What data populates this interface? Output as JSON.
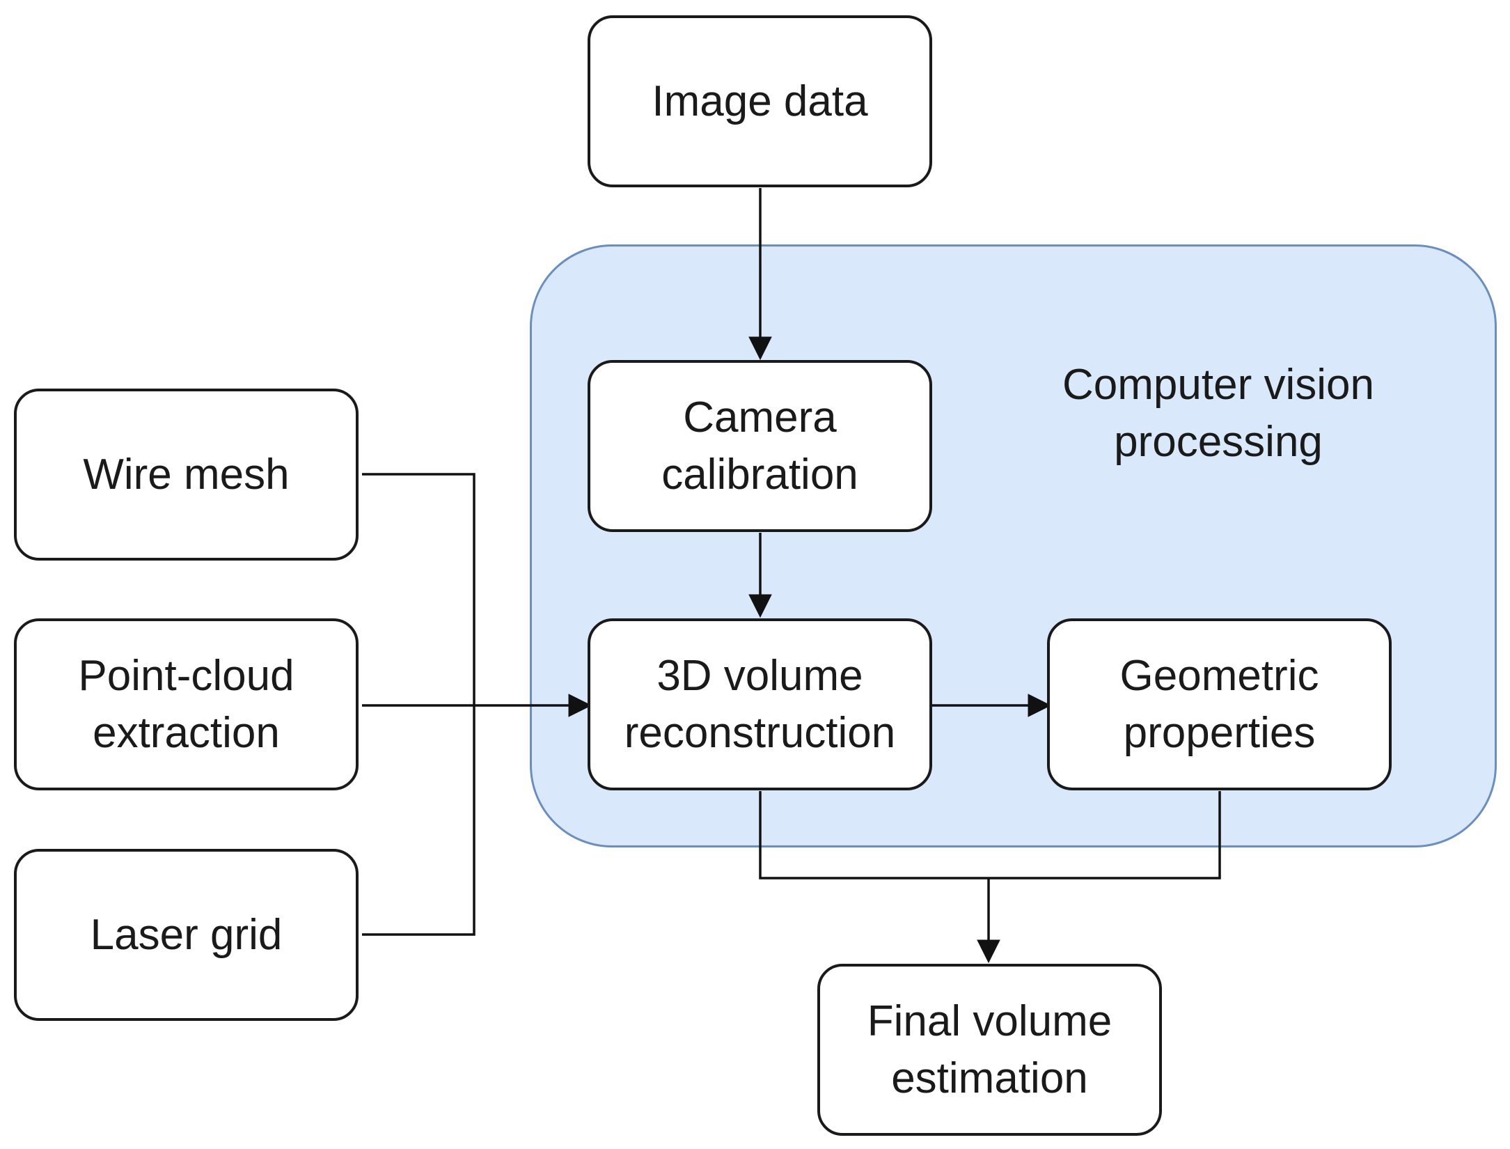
{
  "colors": {
    "group_fill": "#dae8fc",
    "group_border": "#6c8ebf",
    "box_border": "#1a1a1a",
    "arrow": "#111111"
  },
  "group": {
    "label_line1": "Computer vision",
    "label_line2": "processing"
  },
  "nodes": {
    "image_data": {
      "line1": "Image data"
    },
    "camera_calibration": {
      "line1": "Camera",
      "line2": "calibration"
    },
    "volume_reconstruction": {
      "line1": "3D volume",
      "line2": "reconstruction"
    },
    "geometric_properties": {
      "line1": "Geometric",
      "line2": "properties"
    },
    "wire_mesh": {
      "line1": "Wire mesh"
    },
    "point_cloud": {
      "line1": "Point-cloud",
      "line2": "extraction"
    },
    "laser_grid": {
      "line1": "Laser grid"
    },
    "final_volume": {
      "line1": "Final volume",
      "line2": "estimation"
    }
  },
  "edges": [
    {
      "from": "Image data",
      "to": "Camera calibration"
    },
    {
      "from": "Camera calibration",
      "to": "3D volume reconstruction"
    },
    {
      "from": "Wire mesh",
      "to": "3D volume reconstruction"
    },
    {
      "from": "Point-cloud extraction",
      "to": "3D volume reconstruction"
    },
    {
      "from": "Laser grid",
      "to": "3D volume reconstruction"
    },
    {
      "from": "3D volume reconstruction",
      "to": "Geometric properties"
    },
    {
      "from": "3D volume reconstruction",
      "to": "Final volume estimation"
    },
    {
      "from": "Geometric properties",
      "to": "Final volume estimation"
    }
  ]
}
